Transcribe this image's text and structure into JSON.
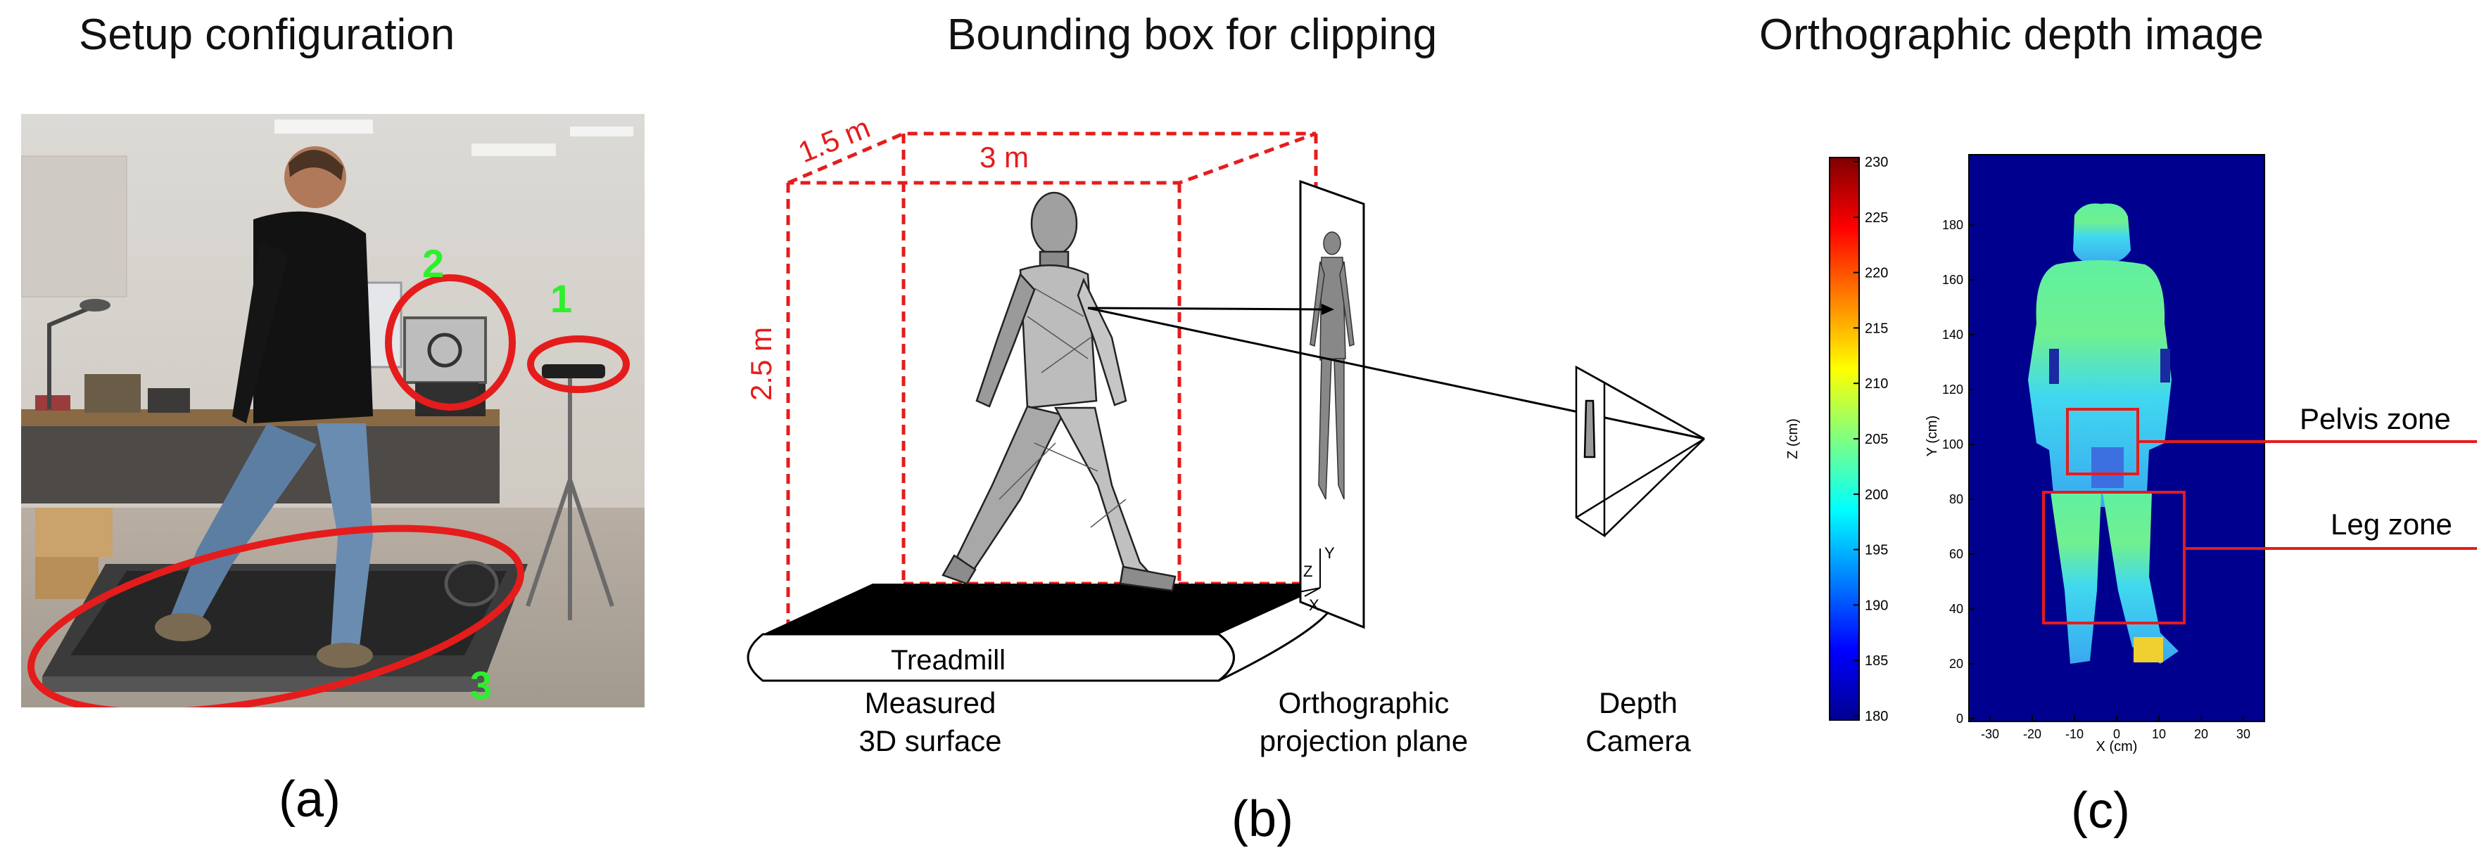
{
  "panels": {
    "a": {
      "title": "Setup configuration",
      "label": "(a)",
      "markers": [
        "1",
        "2",
        "3"
      ]
    },
    "b": {
      "title": "Bounding box for clipping",
      "label": "(b)",
      "dims": {
        "depth": "1.5 m",
        "width": "3 m",
        "height": "2.5 m"
      },
      "treadmill": "Treadmill",
      "surface_label": [
        "Measured",
        "3D surface"
      ],
      "plane_label": [
        "Orthographic",
        "projection plane"
      ],
      "camera_label": [
        "Depth",
        "Camera"
      ],
      "axes": {
        "z": "Z",
        "y": "Y",
        "x": "X"
      }
    },
    "c": {
      "title": "Orthographic depth image",
      "label": "(c)",
      "colorbar": {
        "label": "Z (cm)",
        "ticks": [
          "230",
          "225",
          "220",
          "215",
          "210",
          "205",
          "200",
          "195",
          "190",
          "185",
          "180"
        ],
        "colors": [
          "#7f0000",
          "#ff0000",
          "#ff8000",
          "#ffff00",
          "#80ff80",
          "#00ffff",
          "#0080ff",
          "#0000ff",
          "#00008f"
        ]
      },
      "ylabel": "Y (cm)",
      "xlabel": "X (cm)",
      "yticks": [
        "0",
        "20",
        "40",
        "60",
        "80",
        "100",
        "120",
        "140",
        "160",
        "180"
      ],
      "xticks": [
        "-30",
        "-20",
        "-10",
        "0",
        "10",
        "20",
        "30"
      ],
      "zones": {
        "pelvis": "Pelvis zone",
        "leg": "Leg zone"
      }
    }
  }
}
